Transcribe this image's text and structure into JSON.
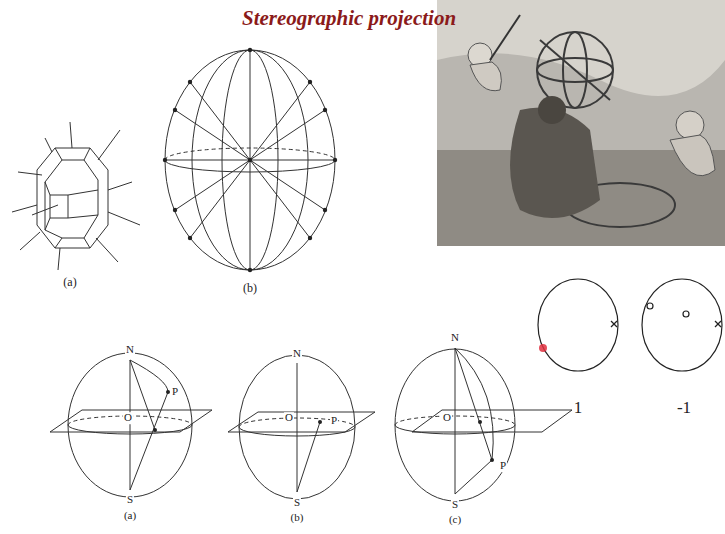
{
  "diagram": {
    "title": "Stereographic projection",
    "labels": [
      "(a)",
      "(b)",
      "N",
      "P",
      "O",
      "S",
      "(a)",
      "N",
      "O",
      "P",
      "S",
      "(b)",
      "N",
      "O",
      "P",
      "S",
      "(c)",
      "1",
      "-1"
    ]
  }
}
